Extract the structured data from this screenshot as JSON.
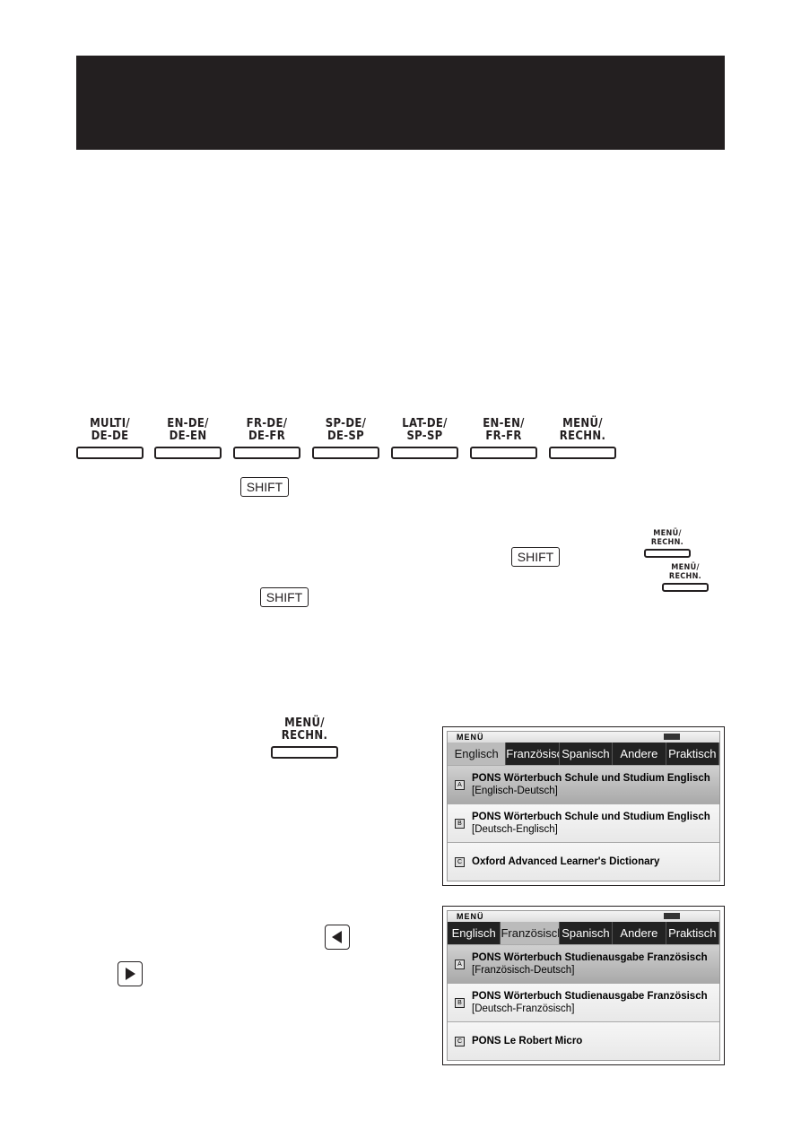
{
  "keys": [
    {
      "top": "MULTI/",
      "bottom": "DE-DE"
    },
    {
      "top": "EN-DE/",
      "bottom": "DE-EN"
    },
    {
      "top": "FR-DE/",
      "bottom": "DE-FR"
    },
    {
      "top": "SP-DE/",
      "bottom": "DE-SP"
    },
    {
      "top": "LAT-DE/",
      "bottom": "SP-SP"
    },
    {
      "top": "EN-EN/",
      "bottom": "FR-FR"
    },
    {
      "top": "MENÜ/",
      "bottom": "RECHN."
    }
  ],
  "shift_label": "SHIFT",
  "menu_key": {
    "top": "MENÜ/",
    "bottom": "RECHN."
  },
  "screens": [
    {
      "title": "MENÜ",
      "tabs": [
        "Englisch",
        "Französisch",
        "Spanisch",
        "Andere",
        "Praktisch"
      ],
      "active": 0,
      "items": [
        {
          "icon": "A",
          "title": "PONS Wörterbuch Schule und Studium Englisch",
          "sub": "[Englisch-Deutsch]"
        },
        {
          "icon": "B",
          "title": "PONS Wörterbuch Schule und Studium Englisch",
          "sub": "[Deutsch-Englisch]"
        },
        {
          "icon": "C",
          "title": "Oxford Advanced Learner's Dictionary",
          "sub": ""
        }
      ]
    },
    {
      "title": "MENÜ",
      "tabs": [
        "Englisch",
        "Französisch",
        "Spanisch",
        "Andere",
        "Praktisch"
      ],
      "active": 1,
      "items": [
        {
          "icon": "A",
          "title": "PONS Wörterbuch Studienausgabe Französisch",
          "sub": "[Französisch-Deutsch]"
        },
        {
          "icon": "B",
          "title": "PONS Wörterbuch Studienausgabe Französisch",
          "sub": "[Deutsch-Französisch]"
        },
        {
          "icon": "C",
          "title": "PONS Le Robert Micro",
          "sub": ""
        }
      ]
    }
  ]
}
